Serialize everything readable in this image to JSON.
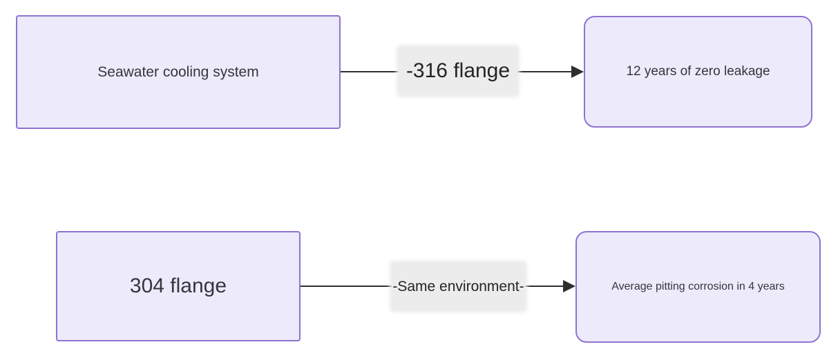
{
  "diagram": {
    "type": "flowchart",
    "direction": "left-to-right",
    "colors": {
      "background": "#FFFFFF",
      "node_fill": "#EDEAFB",
      "node_border": "#8F72D2",
      "node_text": "#35353D",
      "edge_line": "#2E2E2E",
      "edge_label_bg": "#ECECEC",
      "edge_label_text": "#242428"
    },
    "rows": [
      {
        "source": {
          "label": "Seawater cooling system",
          "shape": "rectangle"
        },
        "edge": {
          "label": "-316 flange",
          "arrow": "right"
        },
        "target": {
          "label": "12 years of zero leakage",
          "shape": "rounded-rectangle"
        }
      },
      {
        "source": {
          "label": "304 flange",
          "shape": "rectangle"
        },
        "edge": {
          "label": "-Same environment-",
          "arrow": "right"
        },
        "target": {
          "label": "Average pitting corrosion in 4 years",
          "shape": "rounded-rectangle"
        }
      }
    ]
  }
}
